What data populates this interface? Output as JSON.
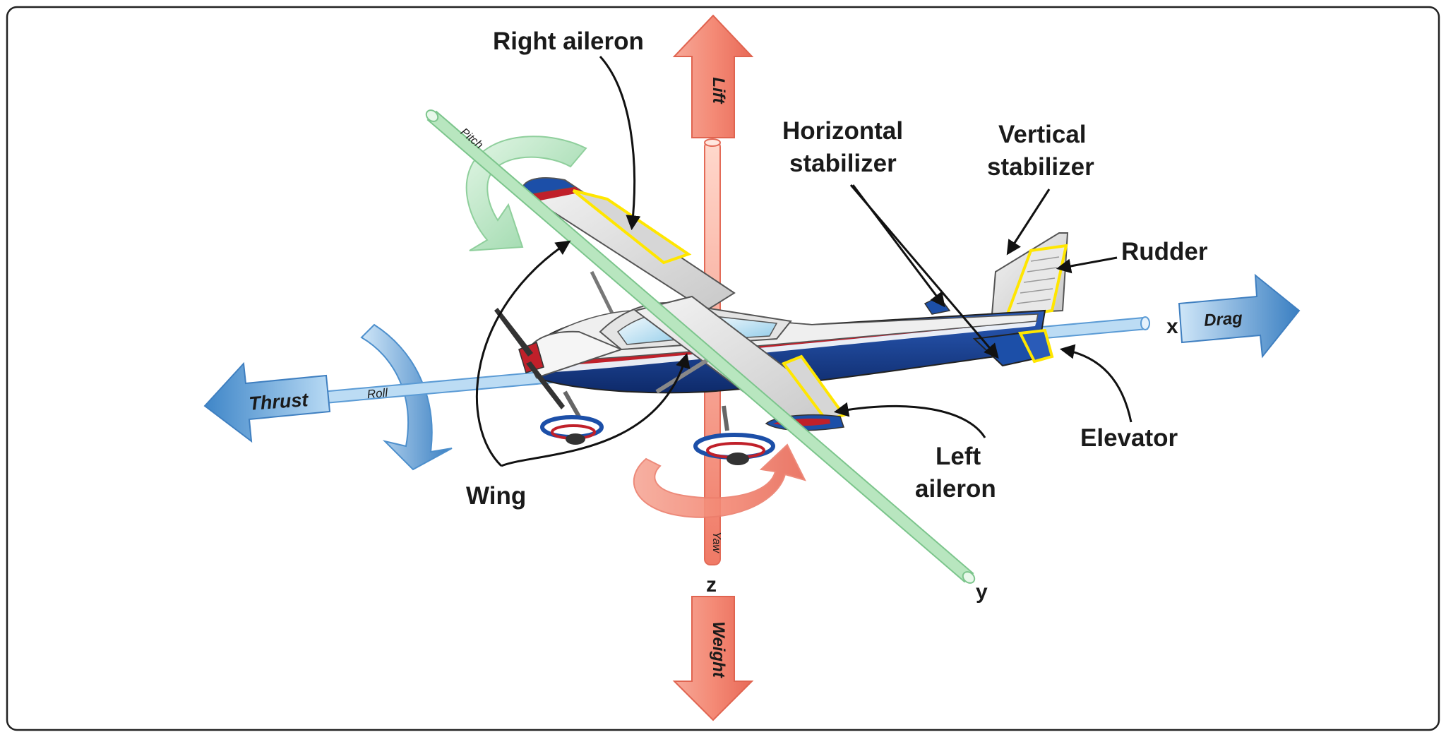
{
  "labels": {
    "right_aileron": "Right aileron",
    "horizontal_stabilizer_1": "Horizontal",
    "horizontal_stabilizer_2": "stabilizer",
    "vertical_stabilizer_1": "Vertical",
    "vertical_stabilizer_2": "stabilizer",
    "rudder": "Rudder",
    "elevator": "Elevator",
    "left_aileron_1": "Left",
    "left_aileron_2": "aileron",
    "wing": "Wing"
  },
  "forces": {
    "lift": "Lift",
    "weight": "Weight",
    "thrust": "Thrust",
    "drag": "Drag"
  },
  "rotations": {
    "pitch": "Pitch",
    "roll": "Roll",
    "yaw": "Yaw"
  },
  "axes": {
    "x": "x",
    "y": "y",
    "z": "z"
  },
  "colors": {
    "lift_weight": "#f08878",
    "thrust_drag": "#5a9fd6",
    "pitch": "#8fd3a0",
    "highlight": "#ffe600",
    "fuselage_blue": "#1b3f8f",
    "stripe_red": "#c0202a"
  }
}
